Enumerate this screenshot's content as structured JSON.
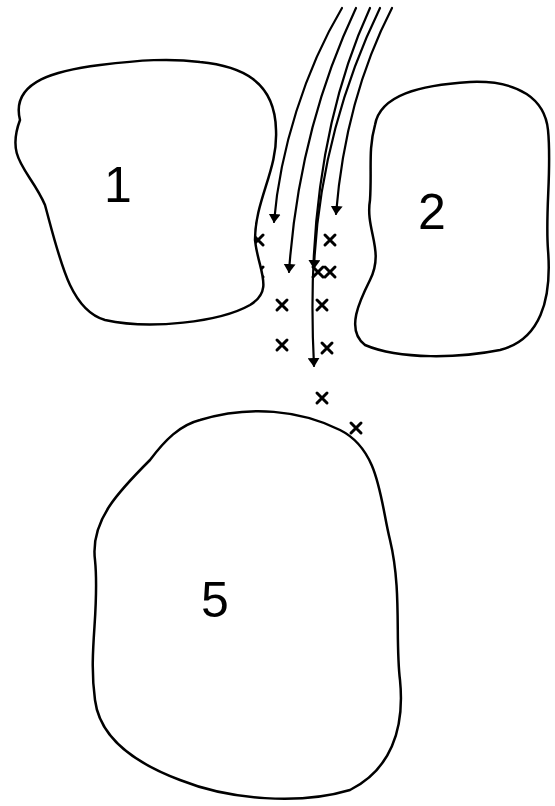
{
  "diagram": {
    "nodes": [
      {
        "text": [
          "1"
        ]
      },
      {
        "text": [
          "2"
        ]
      },
      {
        "text": [
          "5"
        ]
      }
    ]
  }
}
